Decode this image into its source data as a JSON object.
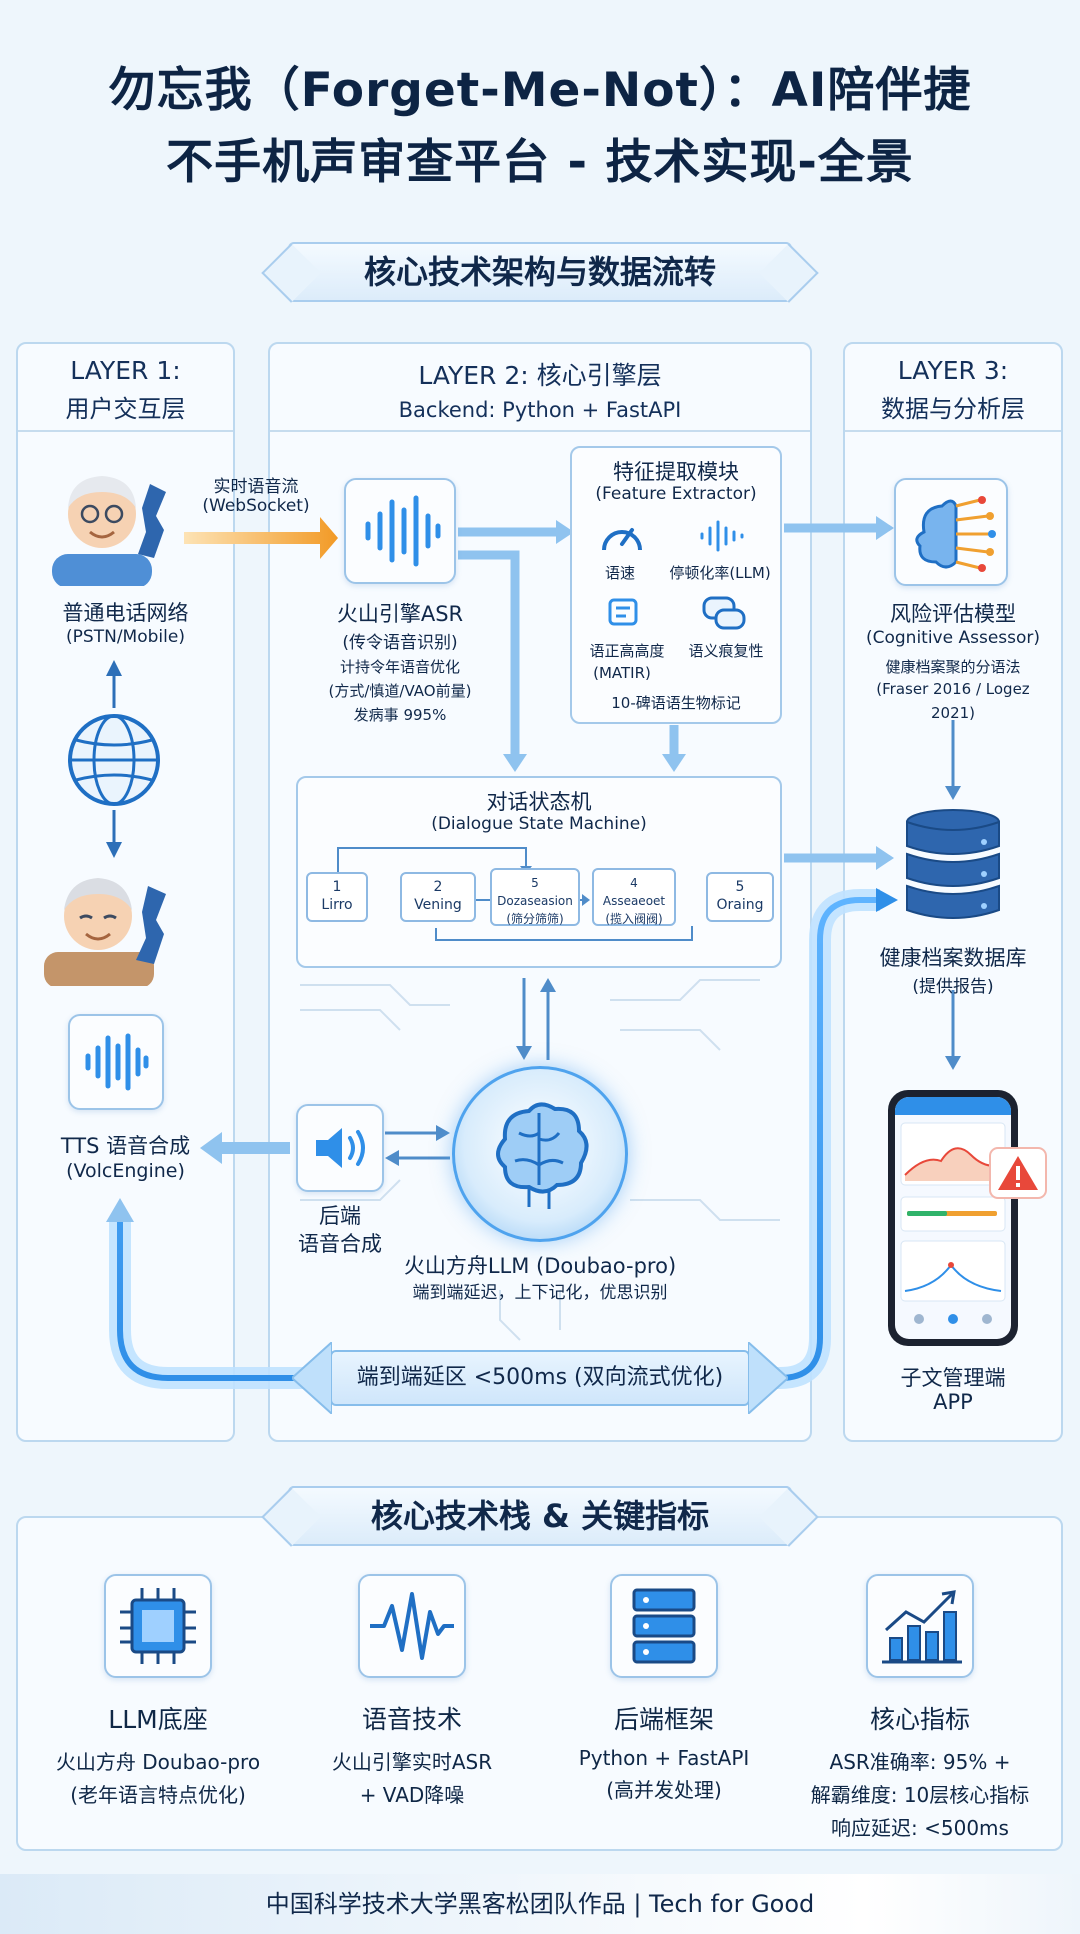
{
  "header": {
    "title_line1": "勿忘我（Forget-Me-Not）：AI陪伴捷",
    "title_line2": "不手机声审查平台 - 技术实现-全景"
  },
  "architecture": {
    "banner": "核心技术架构与数据流转",
    "layer1": {
      "title": "LAYER 1:",
      "subtitle": "用户交互层",
      "phone_label": "普通电话网络",
      "phone_sub": "(PSTN/Mobile)",
      "tts_label": "TTS 语音合成",
      "tts_sub": "(VolcEngine)"
    },
    "layer2": {
      "title": "LAYER 2: 核心引擎层",
      "subtitle": "Backend: Python + FastAPI",
      "stream_label": "实时语音流",
      "stream_sub": "(WebSocket)",
      "asr": {
        "title": "火山引擎ASR",
        "line1": "(传令语音识别)",
        "line2": "计持令年语音优化",
        "line3": "(方式/慎道/VAO前量)",
        "line4": "发病事 995%"
      },
      "feature": {
        "title": "特征提取模块",
        "subtitle": "(Feature Extractor)",
        "item1": "语速",
        "item2": "停顿化率(LLM)",
        "item3": "语正高高度",
        "item3b": "(MATIR)",
        "item4": "语义痕复性",
        "footer": "10-碑语语生物标记"
      },
      "dsm": {
        "title": "对话状态机",
        "subtitle": "(Dialogue State Machine)",
        "states": [
          {
            "num": "1",
            "label": "Lirro"
          },
          {
            "num": "2",
            "label": "Vening"
          },
          {
            "num": "5",
            "label": "Dozaseasion",
            "sub": "(筛分筛筛)"
          },
          {
            "num": "4",
            "label": "Asseaeoet",
            "sub": "(揽入阀阀)"
          },
          {
            "num": "5",
            "label": "Oraing"
          }
        ]
      },
      "tts_backend_line1": "后端",
      "tts_backend_line2": "语音合成",
      "llm": {
        "title": "火山方舟LLM (Doubao-pro)",
        "sub": "端到端延迟，上下记化，优思识别"
      },
      "latency": "端到端延区 <500ms (双向流式优化)"
    },
    "layer3": {
      "title": "LAYER 3:",
      "subtitle": "数据与分析层",
      "risk": {
        "title": "风险评估模型",
        "sub": "(Cognitive Assessor)",
        "line1": "健康档案聚的分语法",
        "line2": "(Fraser 2016 / Logez",
        "line3": "2021)"
      },
      "db": {
        "title": "健康档案数据库",
        "sub": "(提供报告)"
      },
      "app": {
        "title": "子文管理端",
        "sub": "APP"
      }
    }
  },
  "stack": {
    "banner": "核心技术栈 & 关键指标",
    "cards": [
      {
        "title": "LLM底座",
        "line1": "火山方舟 Doubao-pro",
        "line2": "(老年语言特点优化)"
      },
      {
        "title": "语音技术",
        "line1": "火山引擎实时ASR",
        "line2": "+ VAD降噪"
      },
      {
        "title": "后端框架",
        "line1": "Python + FastAPI",
        "line2": "(高并发处理)"
      },
      {
        "title": "核心指标",
        "line1": "ASR准确率: 95% +",
        "line2": "解霸维度: 10层核心指标",
        "line3": "响应延迟: <500ms"
      }
    ]
  },
  "footer": {
    "text": "中国科学技术大学黑客松团队作品 | Tech for Good"
  },
  "colors": {
    "primary": "#1f6fc4",
    "accent": "#f0a030",
    "background": "#eef6fc",
    "alert": "#e8483a"
  }
}
